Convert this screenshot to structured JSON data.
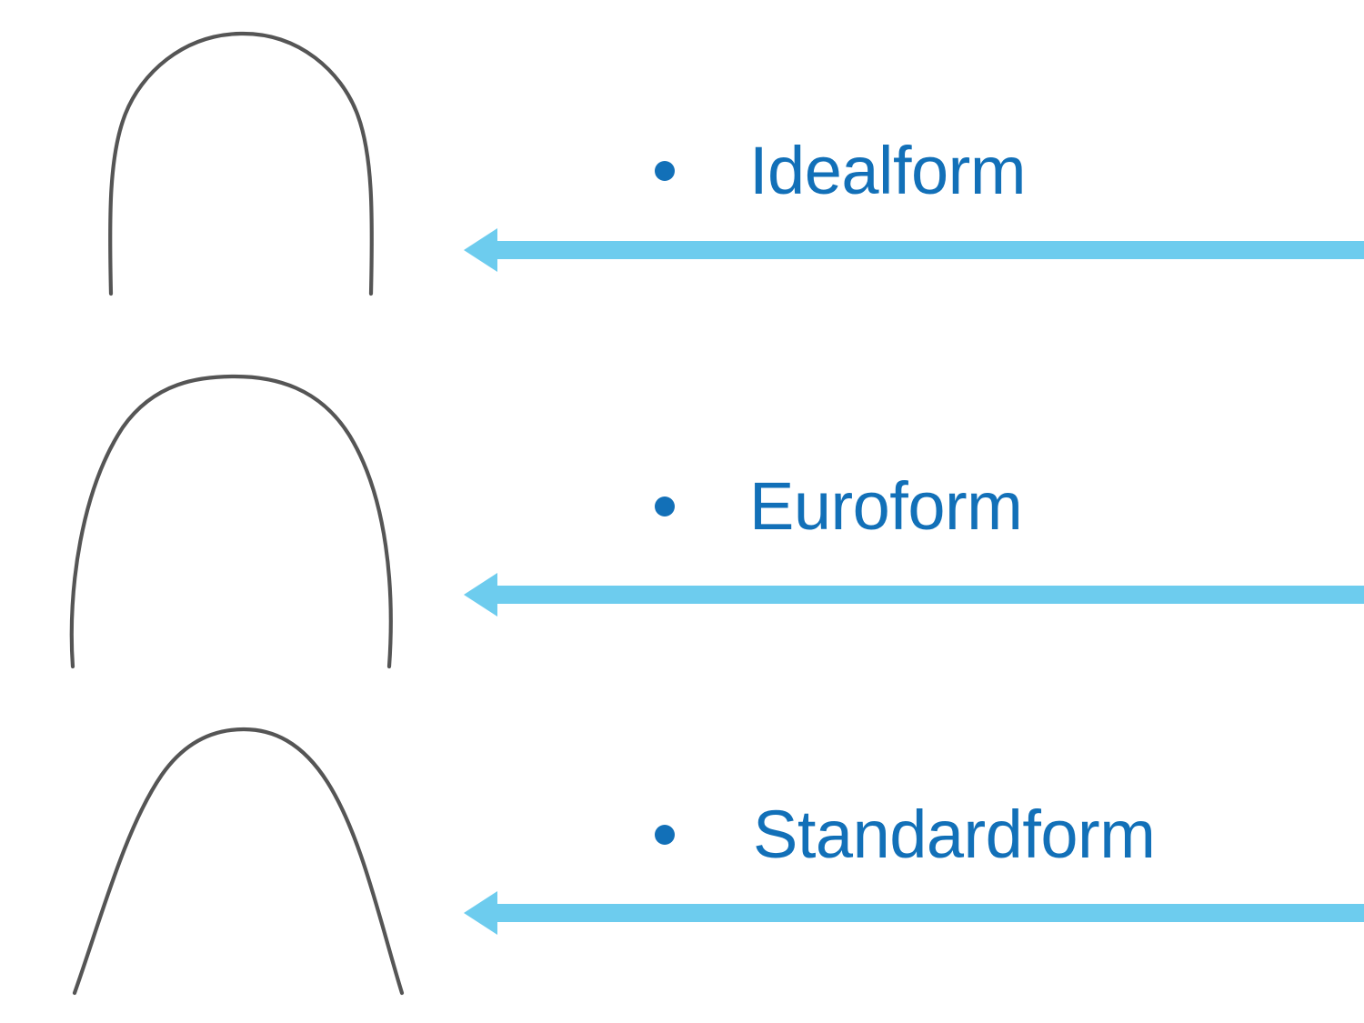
{
  "slide": {
    "background_color": "#ffffff",
    "title": "",
    "subject": "Orthodontic archwire arch forms comparison"
  },
  "theme": {
    "text_blue": "#1270b8",
    "arrow_blue": "#6dccee",
    "wire_gray": "#555555"
  },
  "items": [
    {
      "id": "idealform",
      "label": "Idealform",
      "bullet": "•",
      "wire_name": "archwire-idealform",
      "wire_description": "Rounded square arch with near-parallel vertical legs",
      "arrow_name": "arrow-left-idealform",
      "arrow_direction": "left"
    },
    {
      "id": "euroform",
      "label": "Euroform",
      "bullet": "•",
      "wire_name": "archwire-euroform",
      "wire_description": "Ovoid / egg shaped arch with gently curved legs",
      "arrow_name": "arrow-left-euroform",
      "arrow_direction": "left"
    },
    {
      "id": "standardform",
      "label": "Standardform",
      "bullet": "•",
      "wire_name": "archwire-standardform",
      "wire_description": "Tapered arch with outward splayed legs",
      "arrow_name": "arrow-left-standardform",
      "arrow_direction": "left"
    }
  ]
}
